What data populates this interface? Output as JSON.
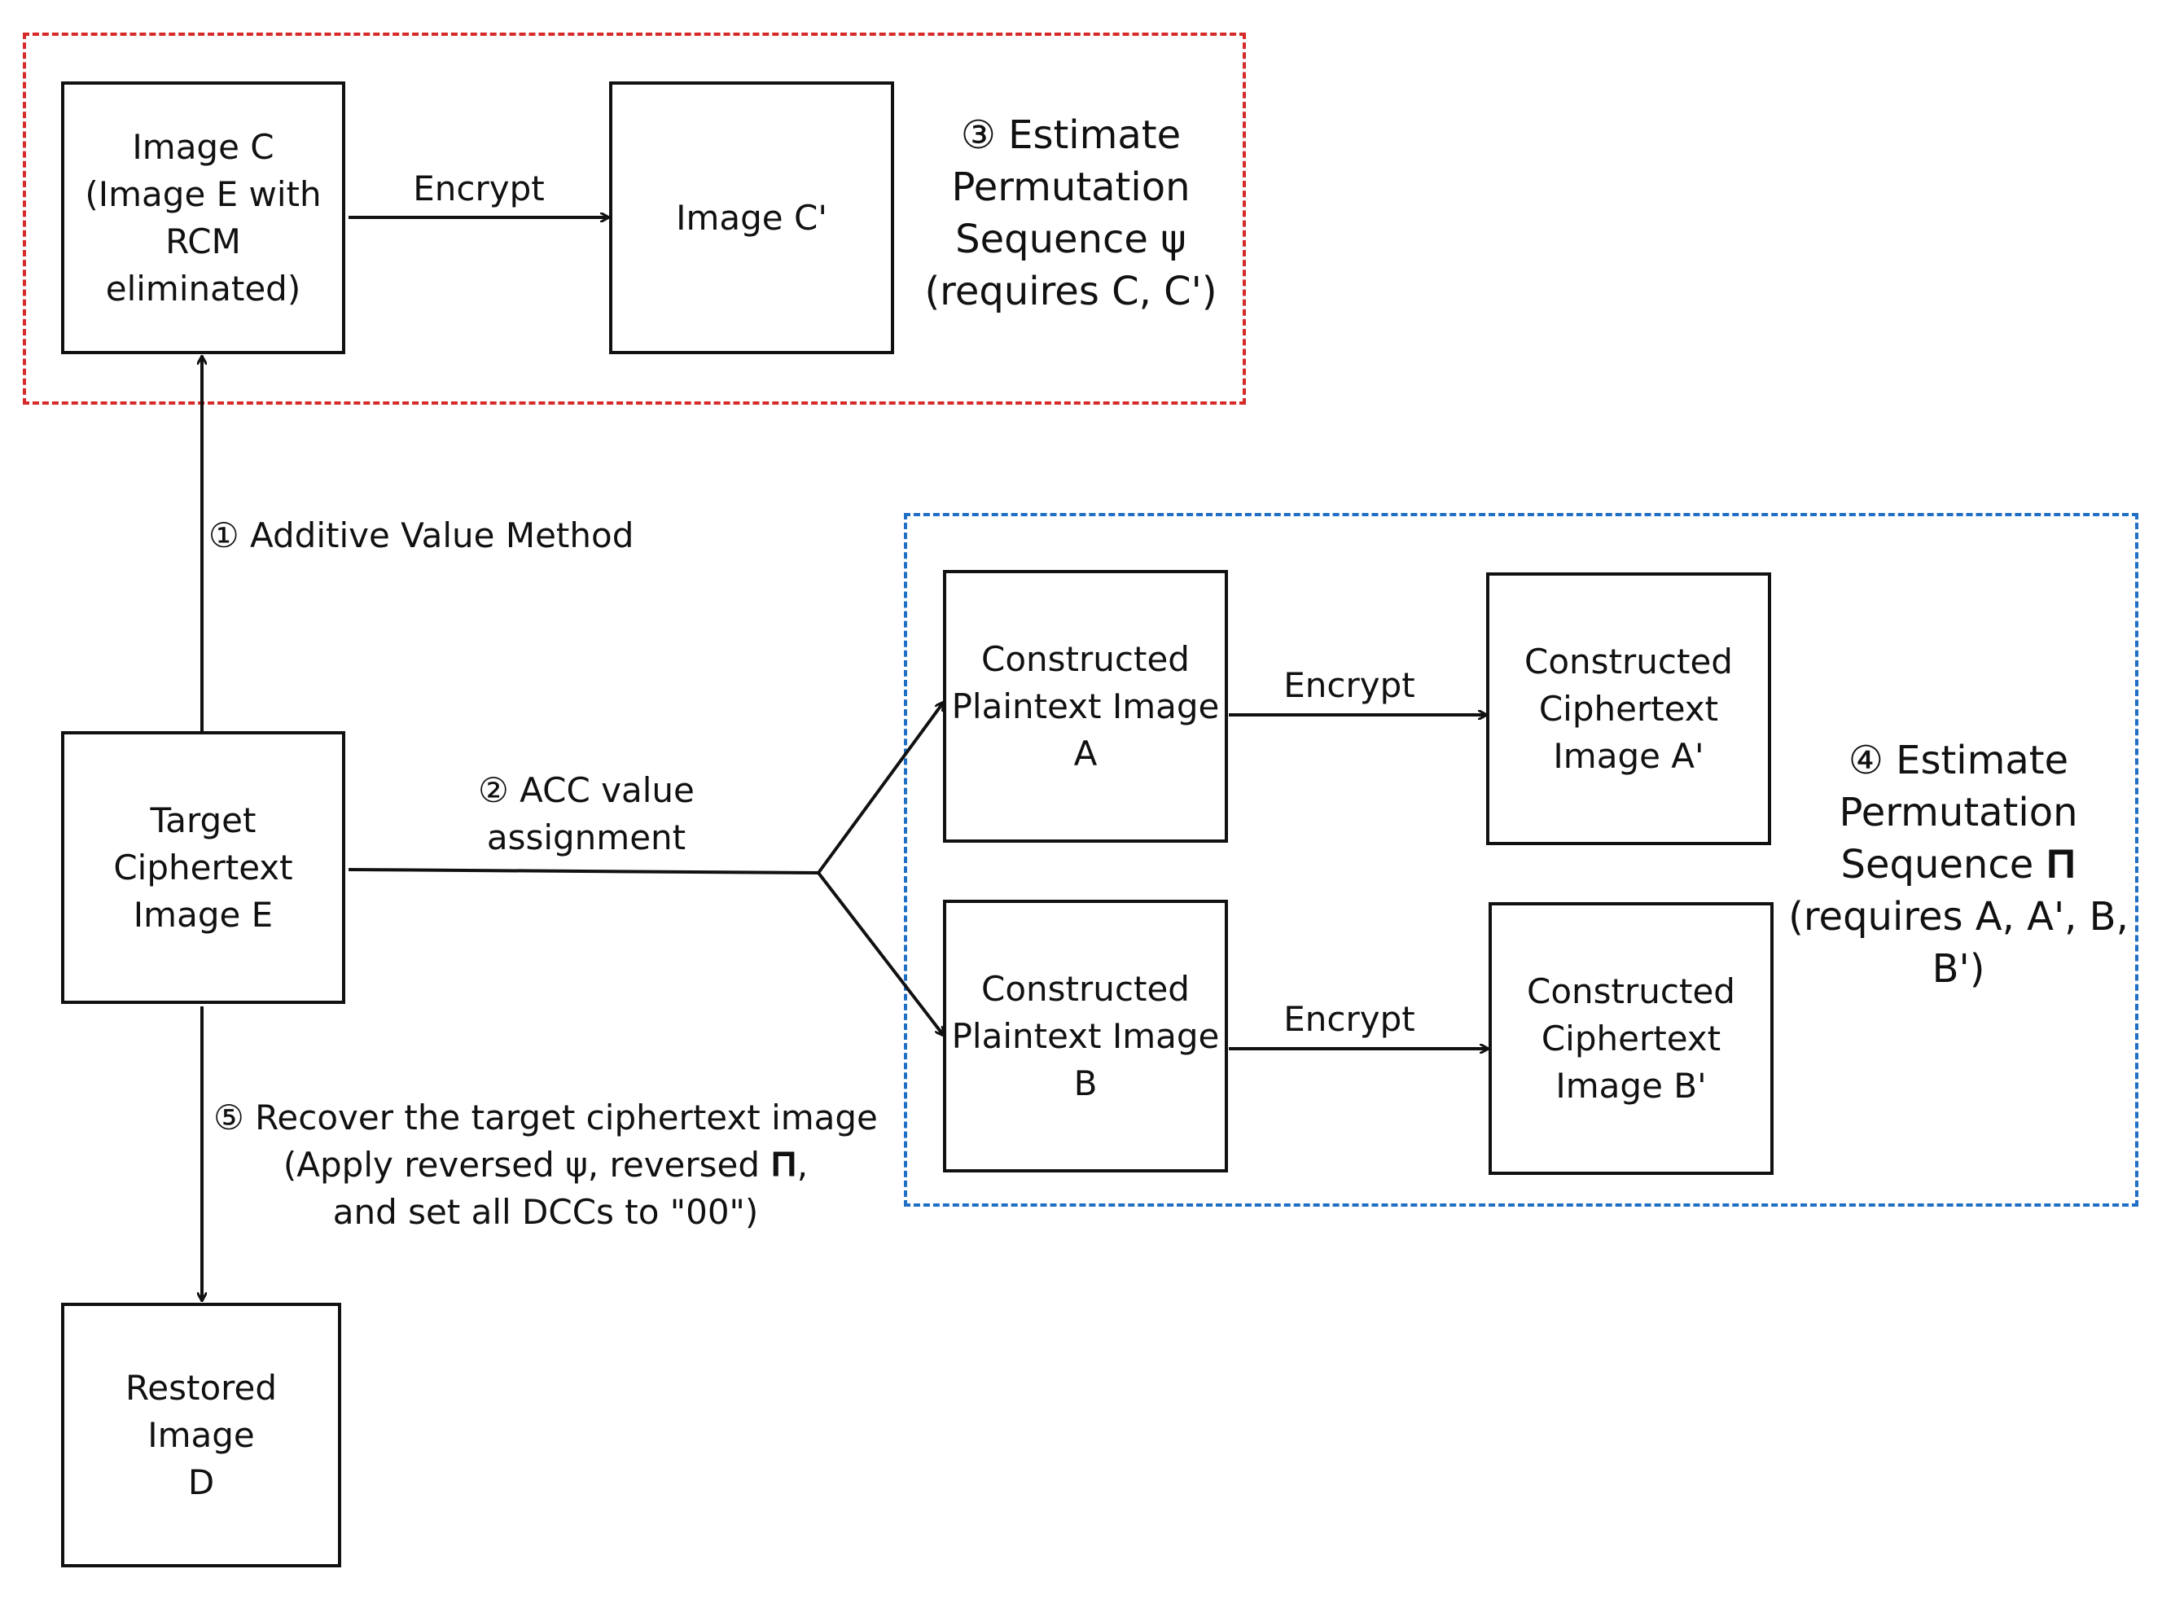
{
  "colors": {
    "stroke": "#111111",
    "group_red": "#d62a2a",
    "group_blue": "#1f6fc5"
  },
  "nodes": {
    "image_c": "Image C\n(Image E with\nRCM\neliminated)",
    "image_c_prime": "Image C'",
    "target": "Target\nCiphertext\nImage E",
    "plain_a": "Constructed\nPlaintext Image\nA",
    "cipher_a": "Constructed\nCiphertext\nImage A'",
    "plain_b": "Constructed\nPlaintext Image\nB",
    "cipher_b": "Constructed\nCiphertext\nImage B'",
    "restored": "Restored Image\nD"
  },
  "labels": {
    "encrypt_c": "Encrypt",
    "encrypt_a": "Encrypt",
    "encrypt_b": "Encrypt",
    "step1": "① Additive Value Method",
    "step2": "② ACC value\nassignment",
    "step3": "③ Estimate\nPermutation\nSequence ψ\n(requires C, C')",
    "step4": "④ Estimate\nPermutation\nSequence 𝚷\n(requires A, A', B,\nB')",
    "step5": "⑤  Recover the target ciphertext image\n(Apply reversed ψ, reversed 𝚷,\nand set all DCCs to \"00\")"
  }
}
